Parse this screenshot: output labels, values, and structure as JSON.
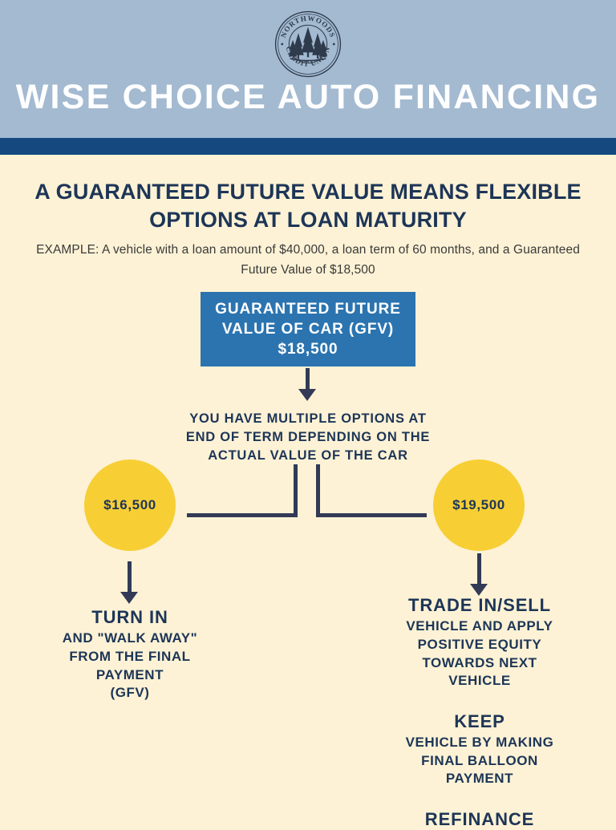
{
  "colors": {
    "header_band": "#a3bad1",
    "navy_bar": "#14487f",
    "page_background": "#fdf2d5",
    "gfv_box": "#2b74b0",
    "circle": "#f7cf35",
    "navy_text": "#1d3557",
    "connector": "#323a56"
  },
  "header": {
    "title": "WISE CHOICE AUTO FINANCING",
    "logo": {
      "name": "northwoods-credit-union-logo",
      "top_text": "NORTHWOODS",
      "bottom_text": "CREDIT UNION"
    }
  },
  "intro": {
    "heading_line1": "A GUARANTEED FUTURE VALUE MEANS FLEXIBLE",
    "heading_line2": "OPTIONS AT LOAN MATURITY",
    "example_line1": "EXAMPLE: A vehicle with a loan amount of $40,000, a loan term of 60 months, and a Guaranteed",
    "example_line2": "Future Value of $18,500"
  },
  "gfv_box": {
    "line1": "GUARANTEED FUTURE",
    "line2": "VALUE OF CAR (GFV)",
    "line3": "$18,500"
  },
  "options_note": {
    "line1": "YOU HAVE MULTIPLE OPTIONS AT",
    "line2": "END OF TERM DEPENDING ON THE",
    "line3": "ACTUAL VALUE OF THE CAR"
  },
  "branches": {
    "left": {
      "circle_value": "$16,500",
      "outcomes": [
        {
          "title": "TURN IN",
          "body_lines": [
            "AND \"WALK AWAY\"",
            "FROM THE FINAL",
            "PAYMENT",
            "(GFV)"
          ]
        }
      ]
    },
    "right": {
      "circle_value": "$19,500",
      "outcomes": [
        {
          "title": "TRADE IN/SELL",
          "body_lines": [
            "VEHICLE AND APPLY",
            "POSITIVE EQUITY",
            "TOWARDS NEXT",
            "VEHICLE"
          ]
        },
        {
          "title": "KEEP",
          "body_lines": [
            "VEHICLE BY MAKING",
            "FINAL BALLOON",
            "PAYMENT"
          ]
        },
        {
          "title": "REFINANCE",
          "body_lines": []
        }
      ]
    }
  }
}
